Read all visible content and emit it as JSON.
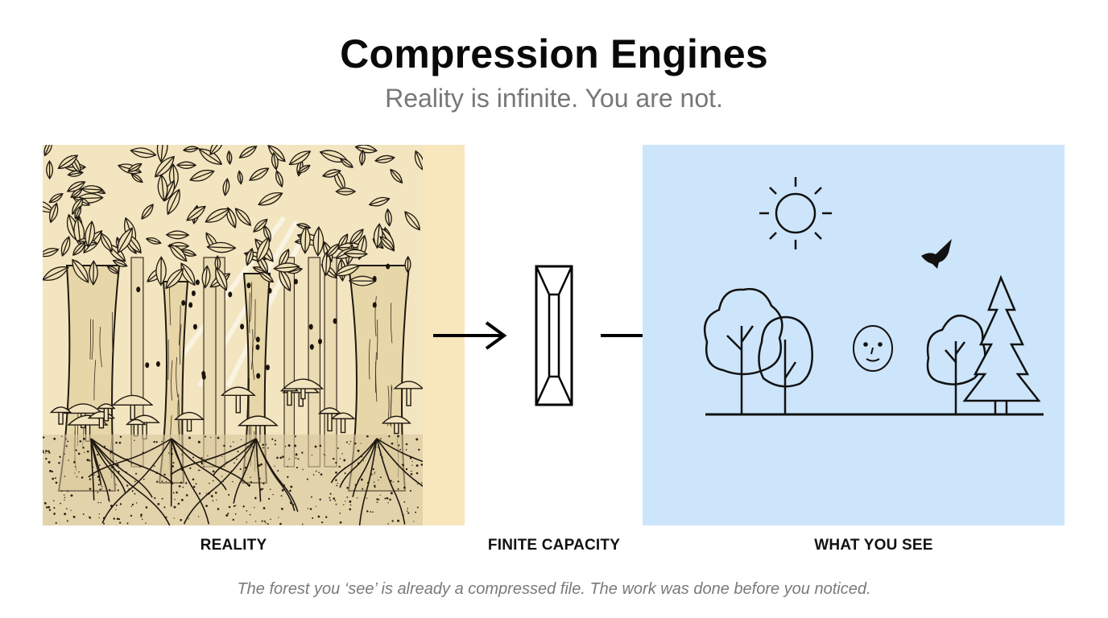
{
  "header": {
    "title": "Compression Engines",
    "subtitle": "Reality is infinite. You are not."
  },
  "captions": {
    "reality": "REALITY",
    "capacity": "FINITE CAPACITY",
    "seen": "WHAT YOU SEE"
  },
  "footnote": "The forest you ‘see’ is already a compressed file. The work was done before you noticed.",
  "colors": {
    "reality_bg": "#f8e6bd",
    "seen_bg": "#cde5fb",
    "ink": "#111111"
  }
}
